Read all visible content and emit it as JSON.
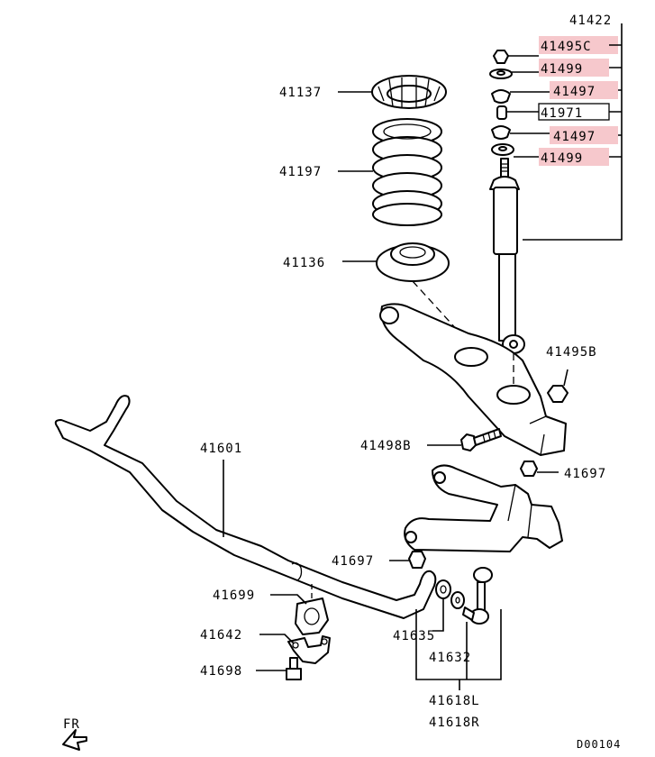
{
  "labels": {
    "p41422": "41422",
    "p41495C": "41495C",
    "p41499a": "41499",
    "p41497a": "41497",
    "p41971": "41971",
    "p41497b": "41497",
    "p41499b": "41499",
    "p41137": "41137",
    "p41197": "41197",
    "p41136": "41136",
    "p41495B": "41495B",
    "p41498B": "41498B",
    "p41601": "41601",
    "p41697a": "41697",
    "p41697b": "41697",
    "p41699": "41699",
    "p41642": "41642",
    "p41698": "41698",
    "p41635": "41635",
    "p41632": "41632",
    "p41618L": "41618L",
    "p41618R": "41618R",
    "fr": "FR",
    "code": "D00104"
  },
  "colors": {
    "highlight": "#f6c8cc",
    "line": "#000000"
  }
}
